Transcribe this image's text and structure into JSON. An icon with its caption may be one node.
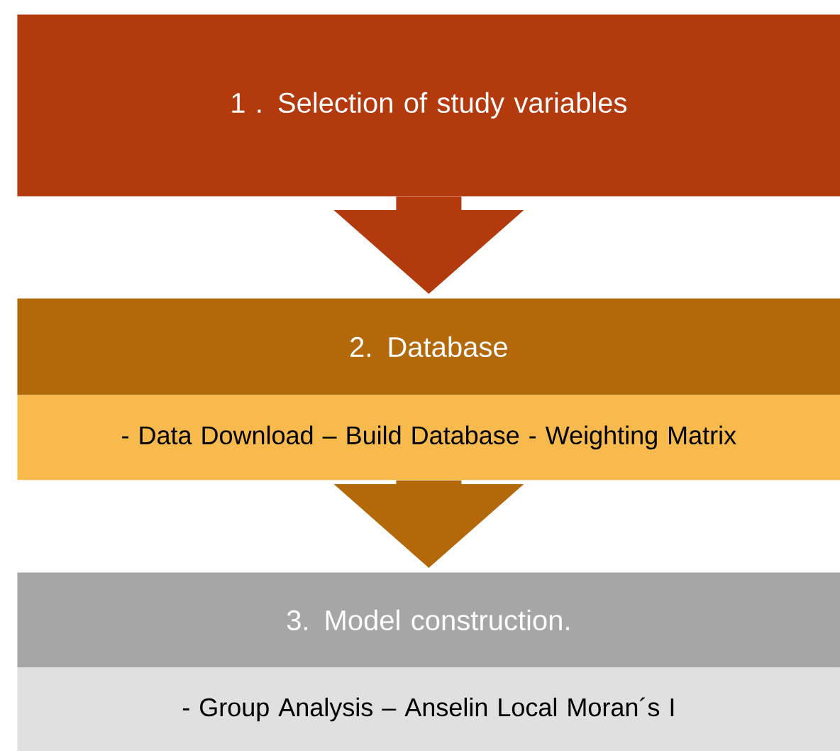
{
  "diagram": {
    "nodes": [
      {
        "text": [
          "1 .  Selection of study variables"
        ]
      },
      {
        "text": [
          "2. Database"
        ]
      },
      {
        "text": [
          "- Data Download – Build Database - Weighting Matrix"
        ]
      },
      {
        "text": [
          "3. Model construction."
        ]
      },
      {
        "text": [
          "- Group Analysis – Anselin Local Moran´s I"
        ]
      }
    ],
    "edges": [
      {
        "from": 0,
        "to": 1,
        "arrow": "to",
        "color": "#b23a0c"
      },
      {
        "from": 2,
        "to": 3,
        "arrow": "to",
        "color": "#b3680a"
      }
    ]
  }
}
